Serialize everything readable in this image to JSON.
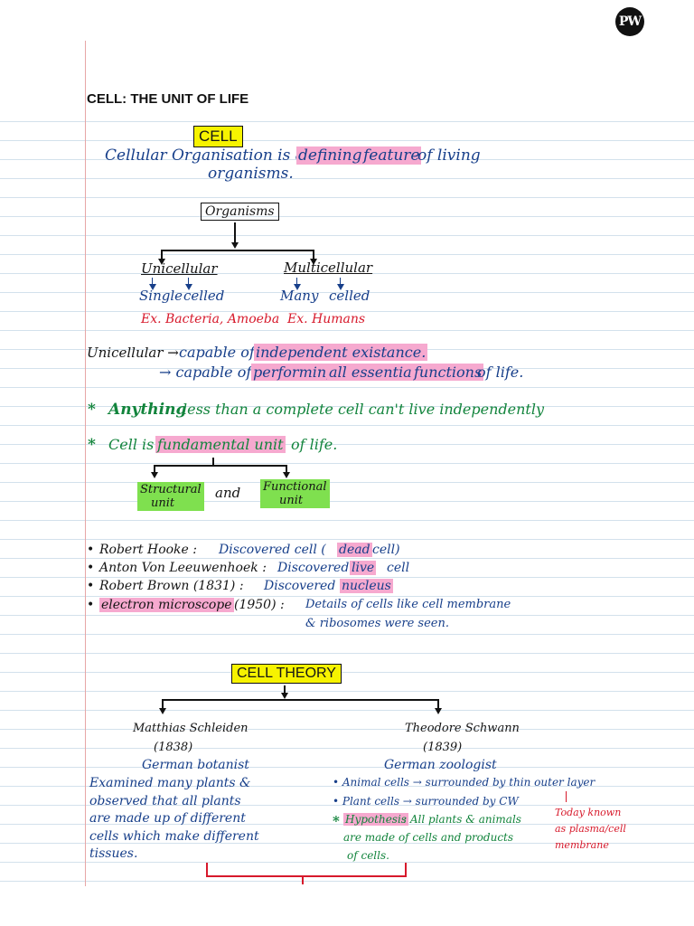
{
  "logo": {
    "text": "PW"
  },
  "page_title": "CELL: THE UNIT OF LIFE",
  "cell_heading": "CELL",
  "intro": {
    "p1": "Cellular Organisation is a",
    "p2": "defining",
    "p3": "feature",
    "p4": "of living",
    "p5": "organisms."
  },
  "organisms": {
    "box": "Organisms",
    "uni": "Unicellular",
    "multi": "Multicellular",
    "uni_single": "Single",
    "uni_celled": "celled",
    "multi_many": "Many",
    "multi_celled": "celled",
    "uni_example": "Ex. Bacteria, Amoeba",
    "multi_example": "Ex. Humans"
  },
  "unicellular_notes": {
    "lead": "Unicellular →",
    "l1_a": "capable of",
    "l1_b": "independent existance.",
    "l2_a": "→ capable of",
    "l2_b": "performing",
    "l2_c": "all essential",
    "l2_d": "functions",
    "l2_e": "of life."
  },
  "star_notes": {
    "s1_star": "*",
    "s1_a": "Anything",
    "s1_b": "less than a complete cell can't live independently",
    "s2_star": "*",
    "s2_a": "Cell is",
    "s2_b": "fundamental unit",
    "s2_c": "of life."
  },
  "units": {
    "structural_1": "Structural",
    "structural_2": "unit",
    "and": "and",
    "functional_1": "Functional",
    "functional_2": "unit"
  },
  "discoveries": [
    {
      "bullet": "•",
      "a": "Robert Hooke :",
      "b": "Discovered cell (",
      "hl": "dead",
      "c": "cell)"
    },
    {
      "bullet": "•",
      "a": "Anton Von Leeuwenhoek :",
      "b": "Discovered",
      "hl": "live",
      "c": "cell"
    },
    {
      "bullet": "•",
      "a": "Robert Brown (1831) :",
      "b": "Discovered",
      "hl": "nucleus",
      "c": ""
    },
    {
      "bullet": "•",
      "a": "",
      "b": "(1950) :",
      "hl": "electron microscope",
      "c": "Details of cells like cell membrane"
    }
  ],
  "discovery_cont": "& ribosomes were seen.",
  "cell_theory": {
    "heading": "CELL THEORY",
    "left_name": "Matthias Schleiden",
    "left_year": "(1838)",
    "left_role": "German botanist",
    "left_text": [
      "Examined many plants &",
      "observed that all plants",
      "are made up of different",
      "cells which make different",
      "tissues."
    ],
    "right_name": "Theodore Schwann",
    "right_year": "(1839)",
    "right_role": "German zoologist",
    "r1": "• Animal cells → surrounded by thin outer layer",
    "r2": "• Plant cells → surrounded by CW",
    "r3_star": "*",
    "r3_hl": "Hypothesis",
    "r3_text": ": All plants & animals",
    "r4": "are made of cells and products",
    "r5": "of cells.",
    "side_note": [
      "Today known",
      "as plasma/cell",
      "membrane"
    ]
  }
}
